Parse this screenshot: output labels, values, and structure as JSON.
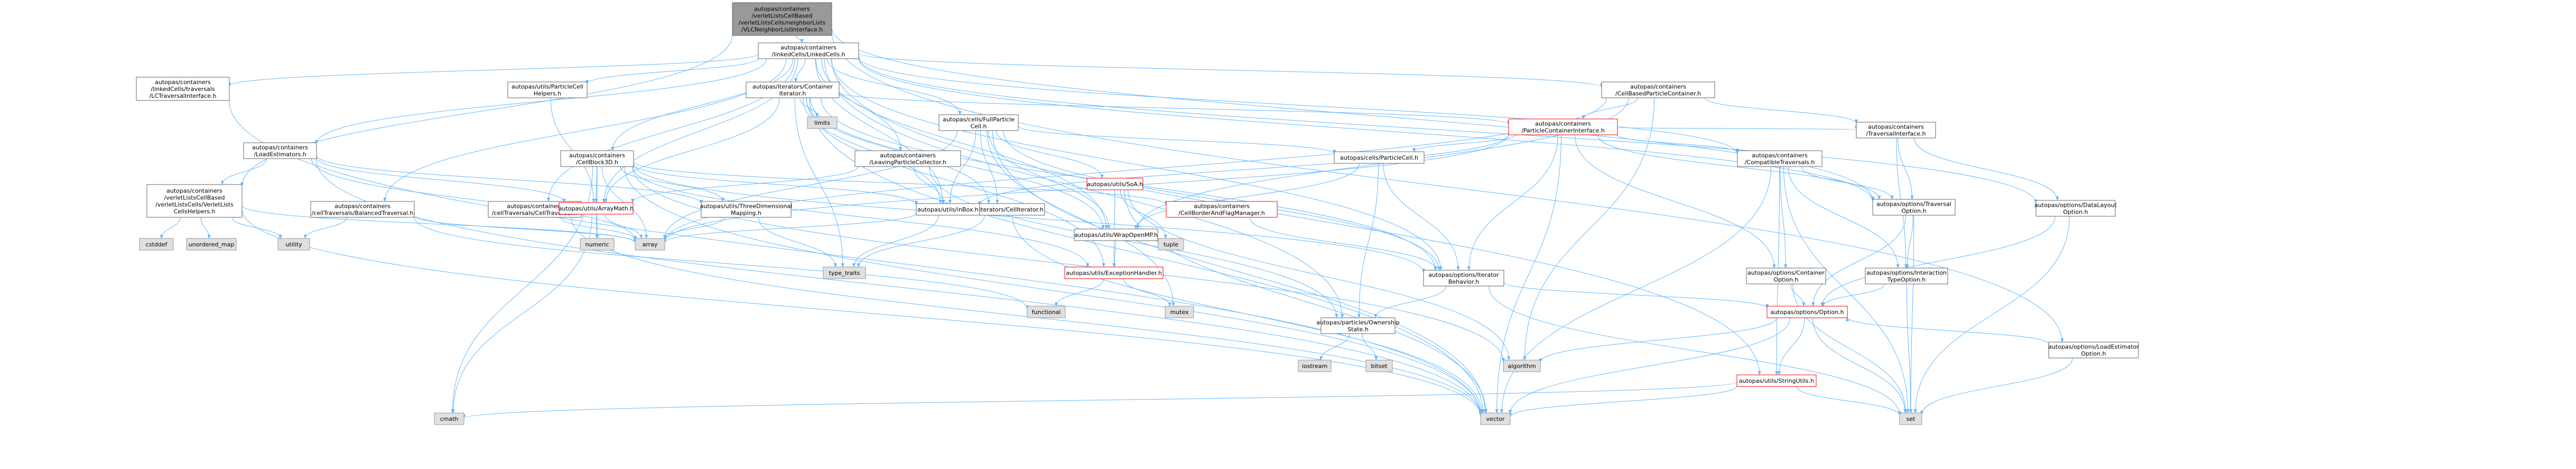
{
  "diagram": {
    "type": "include-dependency-graph",
    "colors": {
      "edge": "#63b8ff",
      "root_fill": "#999999",
      "node_fill": "#ffffff",
      "node_border": "#666666",
      "system_fill": "#e0e0e0",
      "system_border": "#999999",
      "red_border": "#ff0000"
    },
    "nodes": [
      {
        "id": "root",
        "style": "root",
        "lines": [
          "autopas/containers",
          "/verletListsCellBased",
          "/verletListsCells/neighborLists",
          "/VLCNeighborListInterface.h"
        ]
      },
      {
        "id": "linkedCells",
        "style": "normal",
        "lines": [
          "autopas/containers",
          "/linkedCells/LinkedCells.h"
        ]
      },
      {
        "id": "vlcCellsHelpers",
        "style": "normal",
        "lines": [
          "autopas/containers",
          "/verletListsCellBased",
          "/verletListsCells/VerletLists",
          "CellsHelpers.h"
        ]
      },
      {
        "id": "loadEstimatorOption",
        "style": "normal",
        "lines": [
          "autopas/options/LoadEstimator",
          "Option.h"
        ]
      },
      {
        "id": "lcTraversalInterface",
        "style": "normal",
        "lines": [
          "autopas/containers",
          "/linkedCells/traversals",
          "/LCTraversalInterface.h"
        ]
      },
      {
        "id": "loadEstimators",
        "style": "normal",
        "lines": [
          "autopas/containers",
          "/LoadEstimators.h"
        ]
      },
      {
        "id": "particleCellHelpers",
        "style": "normal",
        "lines": [
          "autopas/utils/ParticleCell",
          "Helpers.h"
        ]
      },
      {
        "id": "containerIterator",
        "style": "normal",
        "lines": [
          "autopas/iterators/Container",
          "Iterator.h"
        ]
      },
      {
        "id": "fullParticleCell",
        "style": "normal",
        "lines": [
          "autopas/cells/FullParticle",
          "Cell.h"
        ]
      },
      {
        "id": "cellBlock3D",
        "style": "normal",
        "lines": [
          "autopas/containers",
          "/CellBlock3D.h"
        ]
      },
      {
        "id": "cellBasedParticleContainer",
        "style": "normal",
        "lines": [
          "autopas/containers",
          "/CellBasedParticleContainer.h"
        ]
      },
      {
        "id": "cellTraversal",
        "style": "normal",
        "lines": [
          "autopas/containers",
          "/cellTraversals/CellTraversal.h"
        ]
      },
      {
        "id": "balancedTraversal",
        "style": "normal",
        "lines": [
          "autopas/containers",
          "/cellTraversals/BalancedTraversal.h"
        ]
      },
      {
        "id": "leavingParticleCollector",
        "style": "normal",
        "lines": [
          "autopas/containers",
          "/LeavingParticleCollector.h"
        ]
      },
      {
        "id": "particleContainerInterface",
        "style": "red",
        "lines": [
          "autopas/containers",
          "/ParticleContainerInterface.h"
        ]
      },
      {
        "id": "threeDimensionalMapping",
        "style": "normal",
        "lines": [
          "autopas/utils/ThreeDimensional",
          "Mapping.h"
        ]
      },
      {
        "id": "cellIterator",
        "style": "normal",
        "lines": [
          "autopas/iterators/CellIterator.h"
        ]
      },
      {
        "id": "soa",
        "style": "red",
        "lines": [
          "autopas/utils/SoA.h"
        ]
      },
      {
        "id": "wrapOpenMP",
        "style": "normal",
        "lines": [
          "autopas/utils/WrapOpenMP.h"
        ]
      },
      {
        "id": "arrayMath",
        "style": "red",
        "lines": [
          "autopas/utils/ArrayMath.h"
        ]
      },
      {
        "id": "inBox",
        "style": "normal",
        "lines": [
          "autopas/utils/inBox.h"
        ]
      },
      {
        "id": "particleCell",
        "style": "normal",
        "lines": [
          "autopas/cells/ParticleCell.h"
        ]
      },
      {
        "id": "compatibleTraversals",
        "style": "normal",
        "lines": [
          "autopas/containers",
          "/CompatibleTraversals.h"
        ]
      },
      {
        "id": "traversalInterface",
        "style": "normal",
        "lines": [
          "autopas/containers",
          "/TraversalInterface.h"
        ]
      },
      {
        "id": "cellBorderAndFlagManager",
        "style": "red",
        "lines": [
          "autopas/containers",
          "/CellBorderAndFlagManager.h"
        ]
      },
      {
        "id": "exceptionHandler",
        "style": "red",
        "lines": [
          "autopas/utils/ExceptionHandler.h"
        ]
      },
      {
        "id": "iteratorBehavior",
        "style": "normal",
        "lines": [
          "autopas/options/Iterator",
          "Behavior.h"
        ]
      },
      {
        "id": "traversalOption",
        "style": "normal",
        "lines": [
          "autopas/options/Traversal",
          "Option.h"
        ]
      },
      {
        "id": "dataLayoutOption",
        "style": "normal",
        "lines": [
          "autopas/options/DataLayout",
          "Option.h"
        ]
      },
      {
        "id": "containerOption",
        "style": "normal",
        "lines": [
          "autopas/options/Container",
          "Option.h"
        ]
      },
      {
        "id": "interactionTypeOption",
        "style": "normal",
        "lines": [
          "autopas/options/Interaction",
          "TypeOption.h"
        ]
      },
      {
        "id": "ownershipState",
        "style": "normal",
        "lines": [
          "autopas/particles/Ownership",
          "State.h"
        ]
      },
      {
        "id": "option",
        "style": "red",
        "lines": [
          "autopas/options/Option.h"
        ]
      },
      {
        "id": "stringUtils",
        "style": "red",
        "lines": [
          "autopas/utils/StringUtils.h"
        ]
      },
      {
        "id": "cstddef",
        "style": "system",
        "lines": [
          "cstddef"
        ]
      },
      {
        "id": "unordered_map",
        "style": "system",
        "lines": [
          "unordered_map"
        ]
      },
      {
        "id": "utility",
        "style": "system",
        "lines": [
          "utility"
        ]
      },
      {
        "id": "cmath",
        "style": "system",
        "lines": [
          "cmath"
        ]
      },
      {
        "id": "numeric",
        "style": "system",
        "lines": [
          "numeric"
        ]
      },
      {
        "id": "array",
        "style": "system",
        "lines": [
          "array"
        ]
      },
      {
        "id": "limits",
        "style": "system",
        "lines": [
          "limits"
        ]
      },
      {
        "id": "type_traits",
        "style": "system",
        "lines": [
          "type_traits"
        ]
      },
      {
        "id": "functional",
        "style": "system",
        "lines": [
          "functional"
        ]
      },
      {
        "id": "tuple",
        "style": "system",
        "lines": [
          "tuple"
        ]
      },
      {
        "id": "mutex",
        "style": "system",
        "lines": [
          "mutex"
        ]
      },
      {
        "id": "iostream",
        "style": "system",
        "lines": [
          "iostream"
        ]
      },
      {
        "id": "bitset",
        "style": "system",
        "lines": [
          "bitset"
        ]
      },
      {
        "id": "algorithm",
        "style": "system",
        "lines": [
          "algorithm"
        ]
      },
      {
        "id": "vector",
        "style": "system",
        "lines": [
          "vector"
        ]
      },
      {
        "id": "set",
        "style": "system",
        "lines": [
          "set"
        ]
      }
    ],
    "edges": [
      [
        "root",
        "linkedCells"
      ],
      [
        "root",
        "vlcCellsHelpers"
      ],
      [
        "root",
        "loadEstimatorOption"
      ],
      [
        "root",
        "traversalOption"
      ],
      [
        "linkedCells",
        "lcTraversalInterface"
      ],
      [
        "linkedCells",
        "loadEstimators"
      ],
      [
        "linkedCells",
        "particleCellHelpers"
      ],
      [
        "linkedCells",
        "containerIterator"
      ],
      [
        "linkedCells",
        "fullParticleCell"
      ],
      [
        "linkedCells",
        "cellBlock3D"
      ],
      [
        "linkedCells",
        "cellBasedParticleContainer"
      ],
      [
        "linkedCells",
        "cellTraversal"
      ],
      [
        "linkedCells",
        "balancedTraversal"
      ],
      [
        "linkedCells",
        "leavingParticleCollector"
      ],
      [
        "linkedCells",
        "compatibleTraversals"
      ],
      [
        "linkedCells",
        "dataLayoutOption"
      ],
      [
        "linkedCells",
        "arrayMath"
      ],
      [
        "linkedCells",
        "inBox"
      ],
      [
        "linkedCells",
        "wrapOpenMP"
      ],
      [
        "linkedCells",
        "stringUtils"
      ],
      [
        "linkedCells",
        "ownershipState"
      ],
      [
        "linkedCells",
        "iteratorBehavior"
      ],
      [
        "linkedCells",
        "traversalOption"
      ],
      [
        "vlcCellsHelpers",
        "cstddef"
      ],
      [
        "vlcCellsHelpers",
        "unordered_map"
      ],
      [
        "vlcCellsHelpers",
        "utility"
      ],
      [
        "vlcCellsHelpers",
        "array"
      ],
      [
        "vlcCellsHelpers",
        "vector"
      ],
      [
        "loadEstimatorOption",
        "option"
      ],
      [
        "loadEstimatorOption",
        "set"
      ],
      [
        "lcTraversalInterface",
        "vector"
      ],
      [
        "loadEstimators",
        "vlcCellsHelpers"
      ],
      [
        "loadEstimators",
        "threeDimensionalMapping"
      ],
      [
        "loadEstimators",
        "array"
      ],
      [
        "loadEstimators",
        "vector"
      ],
      [
        "loadEstimators",
        "arrayMath"
      ],
      [
        "particleCellHelpers",
        "arrayMath"
      ],
      [
        "containerIterator",
        "limits"
      ],
      [
        "containerIterator",
        "type_traits"
      ],
      [
        "containerIterator",
        "vector"
      ],
      [
        "containerIterator",
        "particleContainerInterface"
      ],
      [
        "containerIterator",
        "iteratorBehavior"
      ],
      [
        "containerIterator",
        "arrayMath"
      ],
      [
        "containerIterator",
        "exceptionHandler"
      ],
      [
        "containerIterator",
        "inBox"
      ],
      [
        "containerIterator",
        "wrapOpenMP"
      ],
      [
        "containerIterator",
        "cellIterator"
      ],
      [
        "fullParticleCell",
        "array"
      ],
      [
        "fullParticleCell",
        "mutex"
      ],
      [
        "fullParticleCell",
        "vector"
      ],
      [
        "fullParticleCell",
        "cellIterator"
      ],
      [
        "fullParticleCell",
        "particleCell"
      ],
      [
        "fullParticleCell",
        "soa"
      ],
      [
        "fullParticleCell",
        "wrapOpenMP"
      ],
      [
        "fullParticleCell",
        "inBox"
      ],
      [
        "fullParticleCell",
        "iteratorBehavior"
      ],
      [
        "cellBlock3D",
        "algorithm"
      ],
      [
        "cellBlock3D",
        "array"
      ],
      [
        "cellBlock3D",
        "cmath"
      ],
      [
        "cellBlock3D",
        "numeric"
      ],
      [
        "cellBlock3D",
        "vector"
      ],
      [
        "cellBlock3D",
        "cellBorderAndFlagManager"
      ],
      [
        "cellBlock3D",
        "arrayMath"
      ],
      [
        "cellBlock3D",
        "exceptionHandler"
      ],
      [
        "cellBlock3D",
        "threeDimensionalMapping"
      ],
      [
        "cellBlock3D",
        "inBox"
      ],
      [
        "cellBlock3D",
        "iteratorBehavior"
      ],
      [
        "cellBasedParticleContainer",
        "particleContainerInterface"
      ],
      [
        "cellBasedParticleContainer",
        "algorithm"
      ],
      [
        "cellBasedParticleContainer",
        "array"
      ],
      [
        "cellBasedParticleContainer",
        "traversalInterface"
      ],
      [
        "cellBasedParticleContainer",
        "wrapOpenMP"
      ],
      [
        "cellTraversal",
        "array"
      ],
      [
        "cellTraversal",
        "vector"
      ],
      [
        "balancedTraversal",
        "functional"
      ],
      [
        "balancedTraversal",
        "array"
      ],
      [
        "balancedTraversal",
        "utility"
      ],
      [
        "leavingParticleCollector",
        "ownershipState"
      ],
      [
        "leavingParticleCollector",
        "arrayMath"
      ],
      [
        "leavingParticleCollector",
        "inBox"
      ],
      [
        "particleContainerInterface",
        "array"
      ],
      [
        "particleContainerInterface",
        "vector"
      ],
      [
        "particleContainerInterface",
        "traversalInterface"
      ],
      [
        "particleContainerInterface",
        "compatibleTraversals"
      ],
      [
        "particleContainerInterface",
        "iteratorBehavior"
      ],
      [
        "particleContainerInterface",
        "containerOption"
      ],
      [
        "particleContainerInterface",
        "traversalOption"
      ],
      [
        "particleContainerInterface",
        "inBox"
      ],
      [
        "particleContainerInterface",
        "particleCell"
      ],
      [
        "threeDimensionalMapping",
        "array"
      ],
      [
        "threeDimensionalMapping",
        "type_traits"
      ],
      [
        "cellIterator",
        "type_traits"
      ],
      [
        "cellIterator",
        "vector"
      ],
      [
        "soa",
        "tuple"
      ],
      [
        "soa",
        "algorithm"
      ],
      [
        "soa",
        "vector"
      ],
      [
        "soa",
        "exceptionHandler"
      ],
      [
        "wrapOpenMP",
        "exceptionHandler"
      ],
      [
        "arrayMath",
        "array"
      ],
      [
        "arrayMath",
        "cmath"
      ],
      [
        "arrayMath",
        "numeric"
      ],
      [
        "inBox",
        "array"
      ],
      [
        "inBox",
        "type_traits"
      ],
      [
        "particleCell",
        "ownershipState"
      ],
      [
        "particleCell",
        "iteratorBehavior"
      ],
      [
        "particleCell",
        "wrapOpenMP"
      ],
      [
        "compatibleTraversals",
        "containerOption"
      ],
      [
        "compatibleTraversals",
        "traversalOption"
      ],
      [
        "compatibleTraversals",
        "interactionTypeOption"
      ],
      [
        "compatibleTraversals",
        "set"
      ],
      [
        "compatibleTraversals",
        "vector"
      ],
      [
        "compatibleTraversals",
        "stringUtils"
      ],
      [
        "traversalInterface",
        "traversalOption"
      ],
      [
        "traversalInterface",
        "dataLayoutOption"
      ],
      [
        "traversalInterface",
        "interactionTypeOption"
      ],
      [
        "cellBorderAndFlagManager",
        "iteratorBehavior"
      ],
      [
        "exceptionHandler",
        "functional"
      ],
      [
        "exceptionHandler",
        "mutex"
      ],
      [
        "iteratorBehavior",
        "ownershipState"
      ],
      [
        "iteratorBehavior",
        "option"
      ],
      [
        "iteratorBehavior",
        "set"
      ],
      [
        "traversalOption",
        "interactionTypeOption"
      ],
      [
        "traversalOption",
        "option"
      ],
      [
        "traversalOption",
        "set"
      ],
      [
        "dataLayoutOption",
        "option"
      ],
      [
        "dataLayoutOption",
        "set"
      ],
      [
        "containerOption",
        "option"
      ],
      [
        "containerOption",
        "set"
      ],
      [
        "interactionTypeOption",
        "option"
      ],
      [
        "interactionTypeOption",
        "set"
      ],
      [
        "ownershipState",
        "iostream"
      ],
      [
        "ownershipState",
        "bitset"
      ],
      [
        "option",
        "algorithm"
      ],
      [
        "option",
        "set"
      ],
      [
        "option",
        "vector"
      ],
      [
        "option",
        "stringUtils"
      ],
      [
        "stringUtils",
        "cmath"
      ],
      [
        "stringUtils",
        "set"
      ],
      [
        "stringUtils",
        "vector"
      ]
    ]
  }
}
